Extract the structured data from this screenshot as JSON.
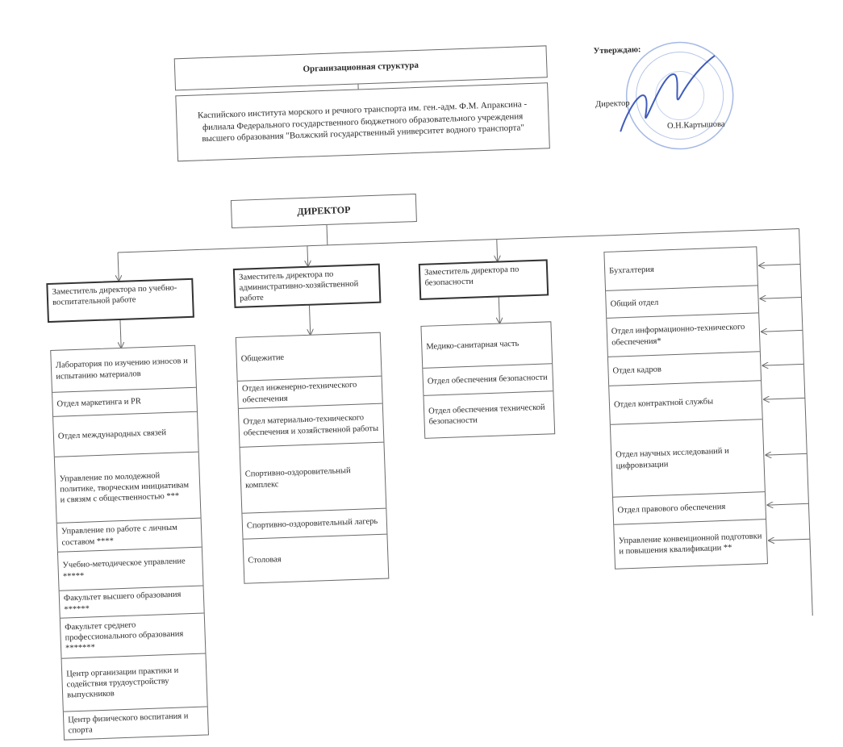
{
  "header": {
    "title": "Организационная структура",
    "organization": "Каспийского института морского и речного транспорта им. ген.-адм. Ф.М. Апраксина - филиала Федерального государственного бюджетного образовательного учреждения высшего образования \"Волжский государственный университет водного транспорта\""
  },
  "approval": {
    "approve_label": "Утверждаю:",
    "position": "Директор",
    "signer": "О.Н.Картышова"
  },
  "director": {
    "label": "ДИРЕКТОР"
  },
  "columns": [
    {
      "head": "Заместитель директора по учебно-воспитательной работе",
      "units": [
        "Лаборатория по изучению износов и испытанию материалов",
        "Отдел маркетинга и PR",
        "Отдел международных связей",
        "Управление по молодежной политике, творческим инициативам и связям с общественностью ***",
        "Управление по работе с личным составом ****",
        "Учебно-методическое управление *****",
        "Факультет высшего образования ******",
        "Факультет среднего профессионального образования *******",
        "Центр организации практики и содействия трудоустройству выпускников",
        "Центр физического воспитания и спорта"
      ]
    },
    {
      "head": "Заместитель директора по административно-хозяйственной работе",
      "units": [
        "Общежитие",
        "Отдел инженерно-технического обеспечения",
        "Отдел материально-технического обеспечения и хозяйственной работы",
        "Спортивно-оздоровительный комплекс",
        "Спортивно-оздоровительный лагерь",
        "Столовая"
      ]
    },
    {
      "head": "Заместитель директора по безопасности",
      "units": [
        "Медико-санитарная часть",
        "Отдел обеспечения безопасности",
        "Отдел обеспечения технической безопасности"
      ]
    }
  ],
  "direct_units": [
    "Бухгалтерия",
    "Общий отдел",
    "Отдел информационно-технического обеспечения*",
    "Отдел кадров",
    "Отдел контрактной службы",
    "Отдел научных исследований и цифровизации",
    "Отдел правового обеспечения",
    "Управление конвенционной подготовки и повышения квалификации **"
  ],
  "colors": {
    "stamp": "#5b7fd1",
    "signature": "#1f3fae",
    "line": "#6a6a6a"
  }
}
